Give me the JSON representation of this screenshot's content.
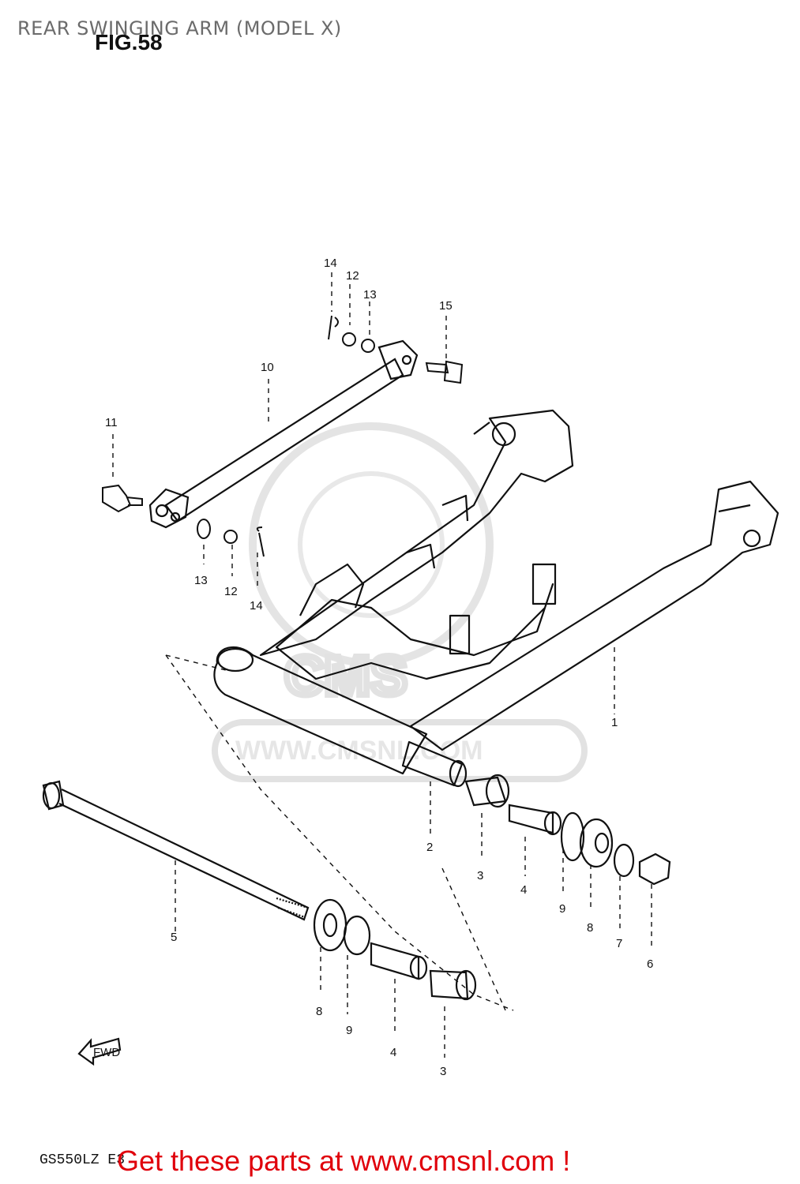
{
  "header": {
    "title": "REAR SWINGING ARM (MODEL X)",
    "figure_label": "FIG.58"
  },
  "watermark": {
    "logo_text": "CMS",
    "url_text": "WWW.CMSNL.COM"
  },
  "direction_marker": "FWD",
  "callouts": {
    "c14a": "14",
    "c12a": "12",
    "c13a": "13",
    "c15": "15",
    "c10": "10",
    "c11": "11",
    "c13b": "13",
    "c12b": "12",
    "c14b": "14",
    "c1": "1",
    "c2": "2",
    "c3a": "3",
    "c4a": "4",
    "c9a": "9",
    "c8a": "8",
    "c7": "7",
    "c6": "6",
    "c5": "5",
    "c8b": "8",
    "c9b": "9",
    "c4b": "4",
    "c3b": "3"
  },
  "footer": {
    "model_code": "GS550LZ E3",
    "promo": "Get these parts at www.cmsnl.com !"
  },
  "colors": {
    "promo": "#e0000b",
    "title": "#6b6b6b",
    "line": "#111111",
    "watermark": "#e2e2e2"
  }
}
